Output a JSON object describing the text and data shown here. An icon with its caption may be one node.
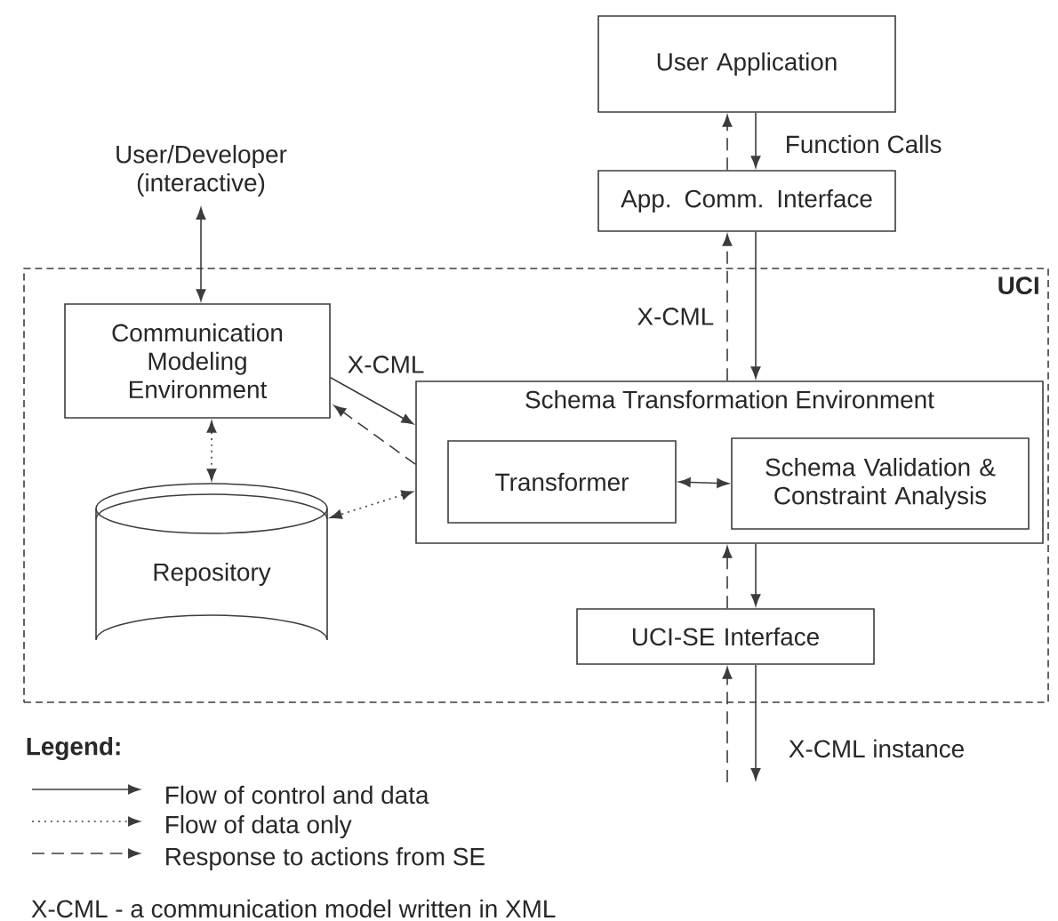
{
  "diagram": {
    "nodes": [
      {
        "text": [
          "UCI"
        ]
      },
      {
        "text": [
          "User Application"
        ]
      },
      {
        "text": [
          "App. Comm. Interface"
        ]
      },
      {
        "text": [
          "User/Developer (interactive)"
        ]
      },
      {
        "text": [
          "Communication Modeling Environment"
        ],
        "in": 0
      },
      {
        "text": [
          "Repository"
        ],
        "in": 0
      },
      {
        "text": [
          "Schema Transformation Environment"
        ],
        "in": 0
      },
      {
        "text": [
          "Transformer"
        ],
        "in": 6
      },
      {
        "text": [
          "Schema Validation & Constraint Analysis"
        ],
        "in": 6
      },
      {
        "text": [
          "UCI-SE Interface"
        ],
        "in": 0
      }
    ],
    "edges": [
      {
        "from": 1,
        "to": 2,
        "arrow": "to",
        "label": "Function Calls"
      },
      {
        "from": 2,
        "to": 1,
        "arrow": "to",
        "style": "dashed"
      },
      {
        "from": 3,
        "to": 4,
        "arrow": "both"
      },
      {
        "from": 4,
        "to": 6,
        "arrow": "to",
        "label": "X-CML"
      },
      {
        "from": 6,
        "to": 4,
        "arrow": "to",
        "style": "dashed"
      },
      {
        "from": 4,
        "to": 5,
        "arrow": "both",
        "style": "dashed"
      },
      {
        "from": 6,
        "to": 5,
        "arrow": "both",
        "style": "dashed"
      },
      {
        "from": 7,
        "to": 8,
        "arrow": "both"
      },
      {
        "from": 2,
        "to": 6,
        "arrow": "to"
      },
      {
        "from": 6,
        "to": 2,
        "arrow": "to",
        "style": "dashed",
        "label": "X-CML"
      },
      {
        "from": 6,
        "to": 9,
        "arrow": "to"
      },
      {
        "from": 9,
        "to": 6,
        "arrow": "to",
        "style": "dashed"
      },
      {
        "from": 9,
        "to": null,
        "arrow": "to",
        "label": "X-CML instance"
      },
      {
        "from": null,
        "to": 9,
        "arrow": "to",
        "style": "dashed"
      }
    ],
    "labels": [
      "Legend:",
      "X-CML - a communication model written in XML"
    ],
    "legend": [
      {
        "text": "Flow of control and data"
      },
      {
        "text": "Flow of data only"
      },
      {
        "text": "Response to actions from SE"
      }
    ]
  }
}
